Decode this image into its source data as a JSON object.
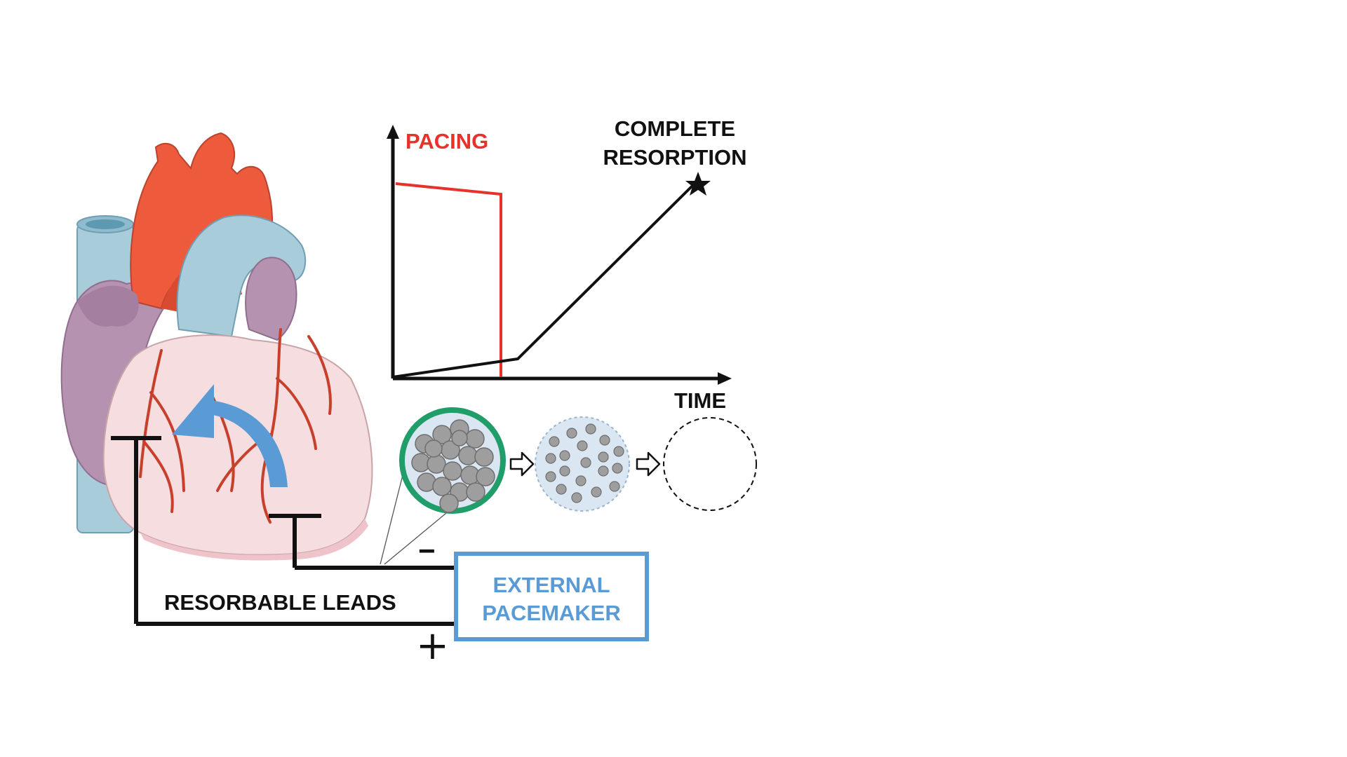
{
  "graph": {
    "pacing_label": "PACING",
    "resorption_label_line1": "COMPLETE",
    "resorption_label_line2": "RESORPTION",
    "time_label": "TIME",
    "pacing_color": "#e8312a",
    "resorption_color": "#111111"
  },
  "leads": {
    "label": "RESORBABLE LEADS",
    "minus_sign": "−",
    "plus_sign": "+"
  },
  "pacemaker": {
    "line1": "EXTERNAL",
    "line2": "PACEMAKER",
    "color": "#5b9bd5"
  },
  "colors": {
    "aorta": "#ee5a3c",
    "vessel_blue": "#a9ccdb",
    "atrium_purple": "#b592b0",
    "ventricle_pink": "#f6dde0",
    "coronary": "#c7402b",
    "arrow_blue": "#5b9bd5",
    "coating_green": "#1f9e6a",
    "particle_grey": "#9e9e9e"
  },
  "icons": [
    "arrow-right-outline-icon",
    "star-icon"
  ]
}
